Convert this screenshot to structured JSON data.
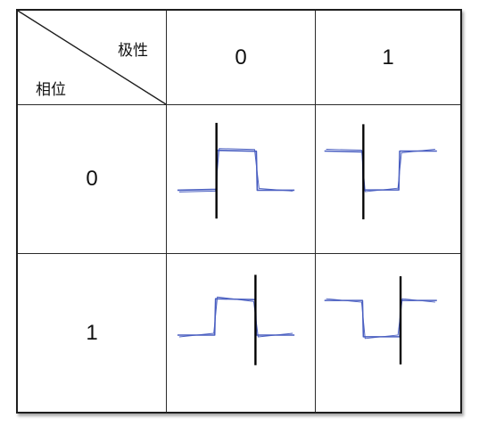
{
  "table": {
    "corner": {
      "top_label": "极性",
      "bottom_label": "相位"
    },
    "column_headers": [
      "0",
      "1"
    ],
    "row_headers": [
      "0",
      "1"
    ]
  },
  "waveforms": {
    "line_color": "#4a5fc1",
    "axis_color": "#000000",
    "cells": [
      {
        "phase": "0",
        "polarity": "0",
        "icon": "square-wave-high-after-edge"
      },
      {
        "phase": "0",
        "polarity": "1",
        "icon": "square-wave-low-after-edge"
      },
      {
        "phase": "1",
        "polarity": "0",
        "icon": "square-wave-high-before-edge"
      },
      {
        "phase": "1",
        "polarity": "1",
        "icon": "square-wave-low-before-edge"
      }
    ]
  }
}
